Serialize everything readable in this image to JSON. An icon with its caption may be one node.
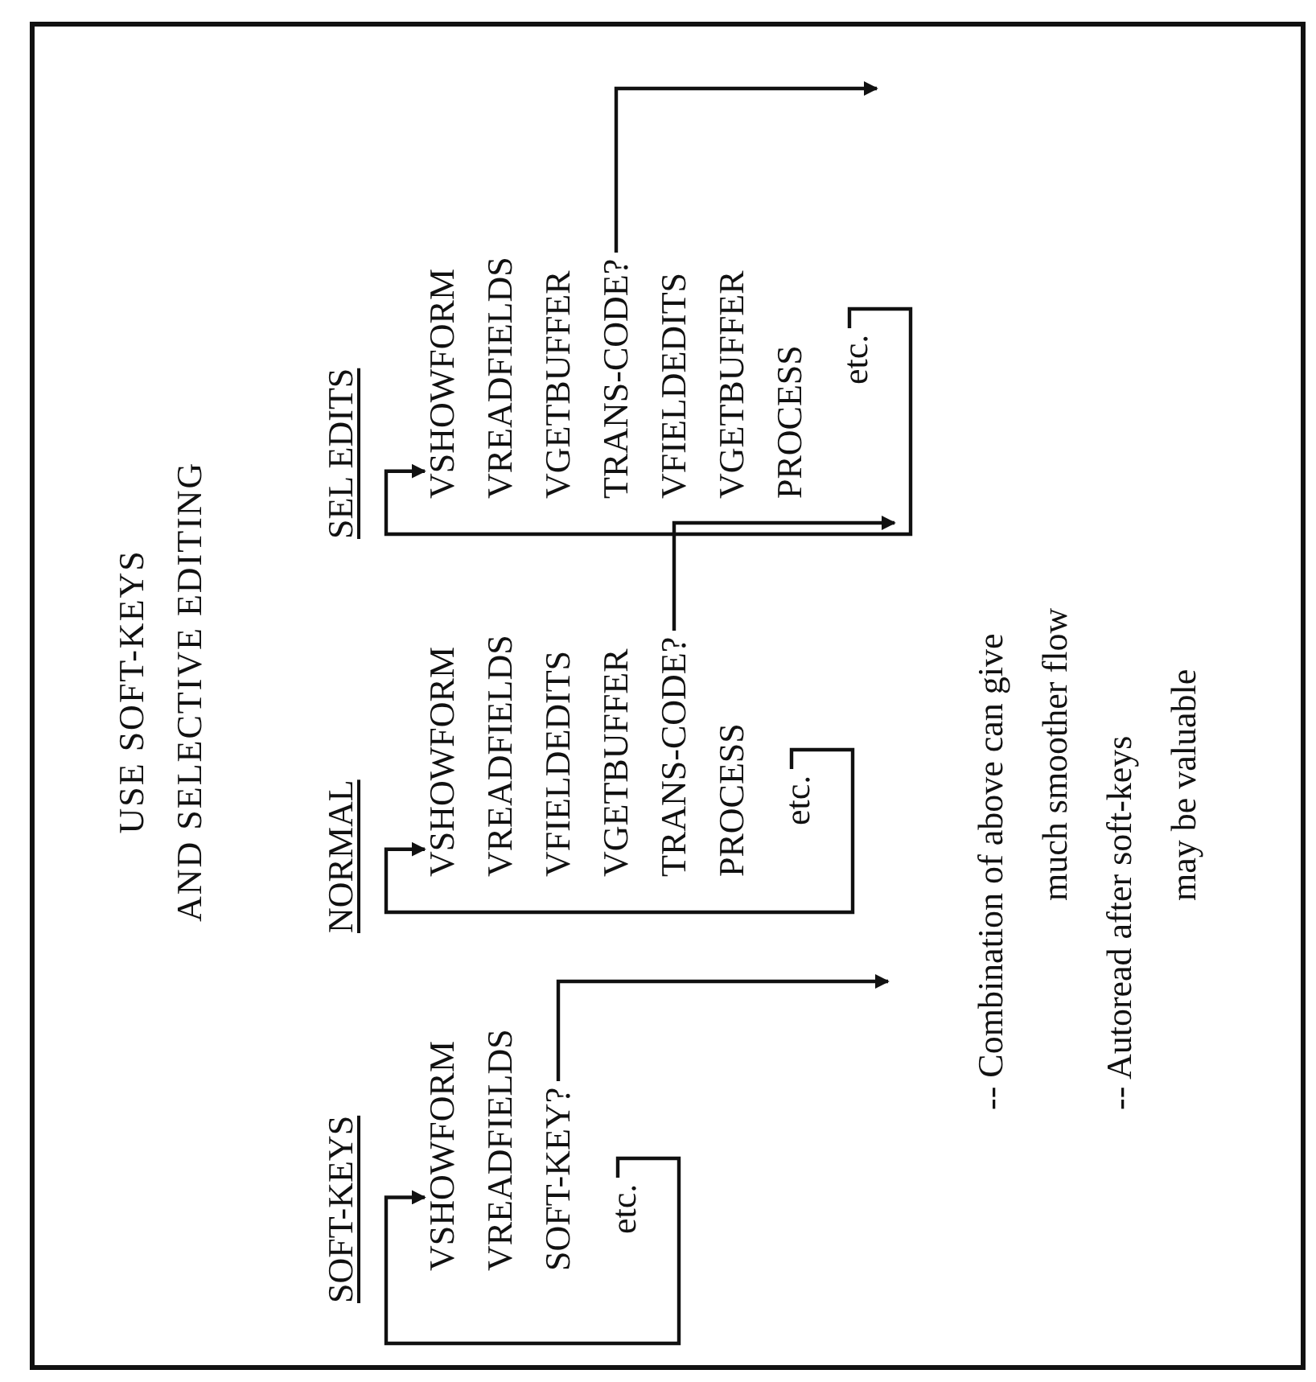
{
  "diagram": {
    "title": "USE SOFT-KEYS AND SELECTIVE EDITING",
    "nodes": [
      {
        "text": [
          "VSHOWFORM"
        ]
      },
      {
        "text": [
          "SOFT-KEY?"
        ]
      },
      {
        "text": [
          "etc."
        ]
      },
      {
        "text": [
          "VSHOWFORM"
        ]
      },
      {
        "text": [
          "TRANS-CODE?"
        ]
      },
      {
        "text": [
          "etc."
        ]
      },
      {
        "text": [
          "VSHOWFORM"
        ]
      },
      {
        "text": [
          "TRANS-CODE?"
        ]
      },
      {
        "text": [
          "etc."
        ]
      }
    ],
    "edges": [
      {
        "from": 2,
        "to": 0,
        "arrow": "to"
      },
      {
        "from": 1,
        "to": null,
        "arrow": "to"
      },
      {
        "from": 5,
        "to": 3,
        "arrow": "to"
      },
      {
        "from": 4,
        "to": null,
        "arrow": "to"
      },
      {
        "from": 8,
        "to": 6,
        "arrow": "to"
      },
      {
        "from": 7,
        "to": null,
        "arrow": "to"
      }
    ],
    "labels": [
      "SOFT-KEYS",
      "VREADFIELDS",
      "NORMAL",
      "VREADFIELDS",
      "VFIELDEDITS",
      "VGETBUFFER",
      "PROCESS",
      "SEL EDITS",
      "VREADFIELDS",
      "VGETBUFFER",
      "VFIELDEDITS",
      "VGETBUFFER",
      "PROCESS",
      "-- Combination of above can give much smoother flow",
      "-- Autoread after soft-keys may be valuable"
    ]
  }
}
